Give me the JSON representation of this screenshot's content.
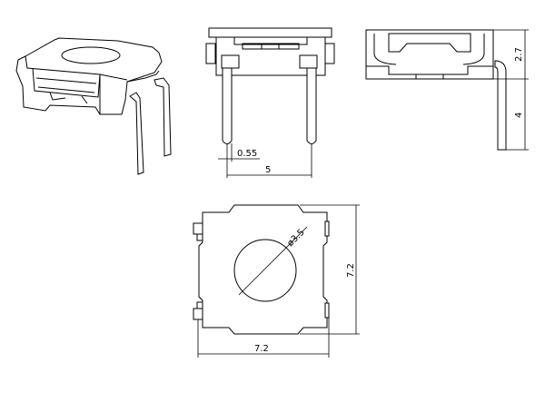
{
  "drawing": {
    "views": [
      "isometric",
      "front",
      "side",
      "top"
    ],
    "dimensions": {
      "pin_width": "0.55",
      "pin_pitch": "5",
      "body_height": "2.7",
      "pin_length": "4",
      "actuator_diameter": "ø3.5",
      "body_height_top": "7.2",
      "body_width_top": "7.2"
    },
    "line_color": "#000000",
    "background": "#ffffff"
  }
}
